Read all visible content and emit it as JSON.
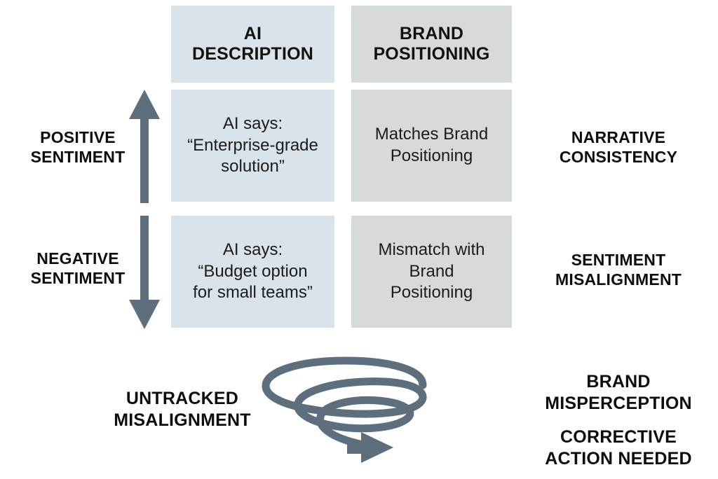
{
  "figure": {
    "accent_slate": "#5d6e7c",
    "cell_blue": "#dae3ea",
    "cell_gray": "#d6dbda",
    "text_color": "#111111"
  },
  "matrix": {
    "columns": [
      {
        "id": "ai-description",
        "header": "AI\nDESCRIPTION",
        "header_line1": "AI",
        "header_line2": "DESCRIPTION"
      },
      {
        "id": "brand-positioning",
        "header": "BRAND\nPOSITIONING",
        "header_line1": "BRAND",
        "header_line2": "POSITIONING"
      }
    ],
    "rows": [
      {
        "id": "positive",
        "left_label_line1": "POSITIVE",
        "left_label_line2": "SENTIMENT",
        "arrow": "up-arrow",
        "ai_description_line1": "AI says:",
        "ai_description_line2": "“Enterprise-grade",
        "ai_description_line3": "solution”",
        "brand_positioning_line1": "Matches Brand",
        "brand_positioning_line2": "Positioning",
        "right_label_line1": "NARRATIVE",
        "right_label_line2": "CONSISTENCY"
      },
      {
        "id": "negative",
        "left_label_line1": "NEGATIVE",
        "left_label_line2": "SENTIMENT",
        "arrow": "down-arrow",
        "ai_description_line1": "AI says:",
        "ai_description_line2": "“Budget option",
        "ai_description_line3": "for small teams”",
        "brand_positioning_line1": "Mismatch with",
        "brand_positioning_line2": "Brand",
        "brand_positioning_line3": "Positioning",
        "right_label_line1": "SENTIMENT",
        "right_label_line2": "MISALIGNMENT"
      }
    ]
  },
  "bottom": {
    "left_label_line1": "UNTRACKED",
    "left_label_line2": "MISALIGNMENT",
    "spiral_icon": "downward-spiral-arrow-icon",
    "right_label_a_line1": "BRAND",
    "right_label_a_line2": "MISPERCEPTION",
    "right_label_b_line1": "CORRECTIVE",
    "right_label_b_line2": "ACTION NEEDED"
  }
}
